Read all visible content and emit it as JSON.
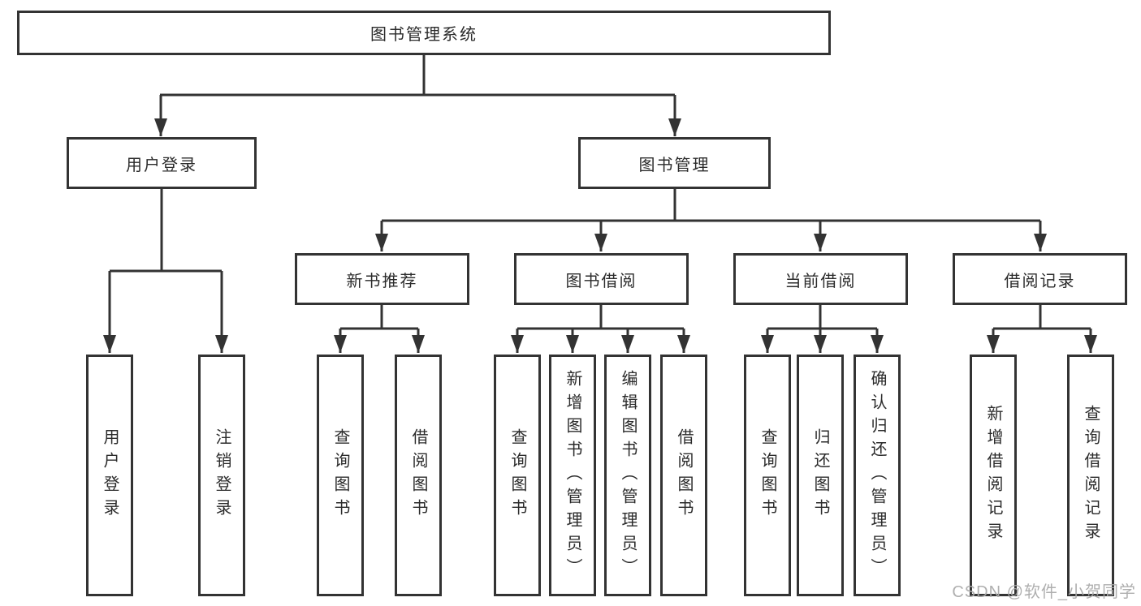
{
  "diagram": {
    "title_note": "functional structure diagram",
    "root": {
      "label": "图书管理系统"
    },
    "branches": [
      {
        "label": "用户登录",
        "children": [
          {
            "label": "用户登录"
          },
          {
            "label": "注销登录"
          }
        ]
      },
      {
        "label": "图书管理",
        "children": [
          {
            "label": "新书推荐",
            "children": [
              {
                "label": "查询图书"
              },
              {
                "label": "借阅图书"
              }
            ]
          },
          {
            "label": "图书借阅",
            "children": [
              {
                "label": "查询图书"
              },
              {
                "label": "新增图书（管理员）"
              },
              {
                "label": "编辑图书（管理员）"
              },
              {
                "label": "借阅图书"
              }
            ]
          },
          {
            "label": "当前借阅",
            "children": [
              {
                "label": "查询图书"
              },
              {
                "label": "归还图书"
              },
              {
                "label": "确认归还（管理员）"
              }
            ]
          },
          {
            "label": "借阅记录",
            "children": [
              {
                "label": "新增借阅记录"
              },
              {
                "label": "查询借阅记录"
              }
            ]
          }
        ]
      }
    ],
    "watermark": "CSDN @软件_小贺同学",
    "colors": {
      "line": "#333333",
      "text": "#2b2b2b",
      "background": "#ffffff",
      "watermark": "#a9a9a9"
    }
  }
}
